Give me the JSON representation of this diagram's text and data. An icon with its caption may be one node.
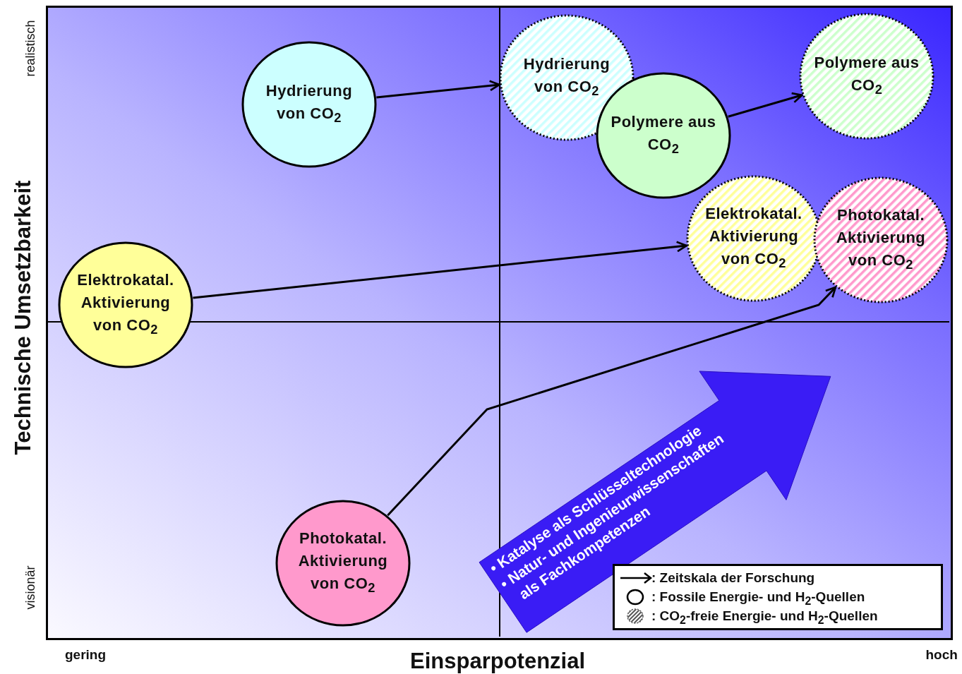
{
  "diagram": {
    "nodes": [
      {
        "text": [
          "Hydrierung von CO$_{2}$"
        ]
      },
      {
        "text": [
          "Hydrierung von CO$_{2}$"
        ]
      },
      {
        "text": [
          "Polymere aus CO$_{2}$"
        ]
      },
      {
        "text": [
          "Polymere aus CO$_{2}$"
        ]
      },
      {
        "text": [
          "Elektrokatal. Aktivierung von CO$_{2}$"
        ]
      },
      {
        "text": [
          "Elektrokatal. Aktivierung von CO$_{2}$"
        ]
      },
      {
        "text": [
          "Photokatal. Aktivierung von CO$_{2}$"
        ]
      },
      {
        "text": [
          "Photokatal. Aktivierung von CO$_{2}$"
        ]
      },
      {
        "text": [
          "• Katalyse als Schlüsseltechnologie",
          "• Natur- und Ingenieurwissenschaften als Fachkompetenzen"
        ]
      }
    ],
    "edges": [
      {
        "from": 0,
        "to": 1,
        "arrow": "to"
      },
      {
        "from": 2,
        "to": 3,
        "arrow": "to"
      },
      {
        "from": 4,
        "to": 5,
        "arrow": "to"
      },
      {
        "from": 7,
        "to": 6,
        "arrow": "to"
      }
    ],
    "labels": [
      "realistisch",
      "Technische Umsetzbarkeit",
      "visionär",
      "gering",
      "Einsparpotenzial",
      "hoch"
    ],
    "legend": [
      {
        "text": ": Zeitskala der Forschung"
      },
      {
        "text": ": Fossile Energie- und H$_{2}$-Quellen"
      },
      {
        "text": ": CO$_{2}$-freie Energie- und H$_{2}$-Quellen"
      }
    ]
  }
}
